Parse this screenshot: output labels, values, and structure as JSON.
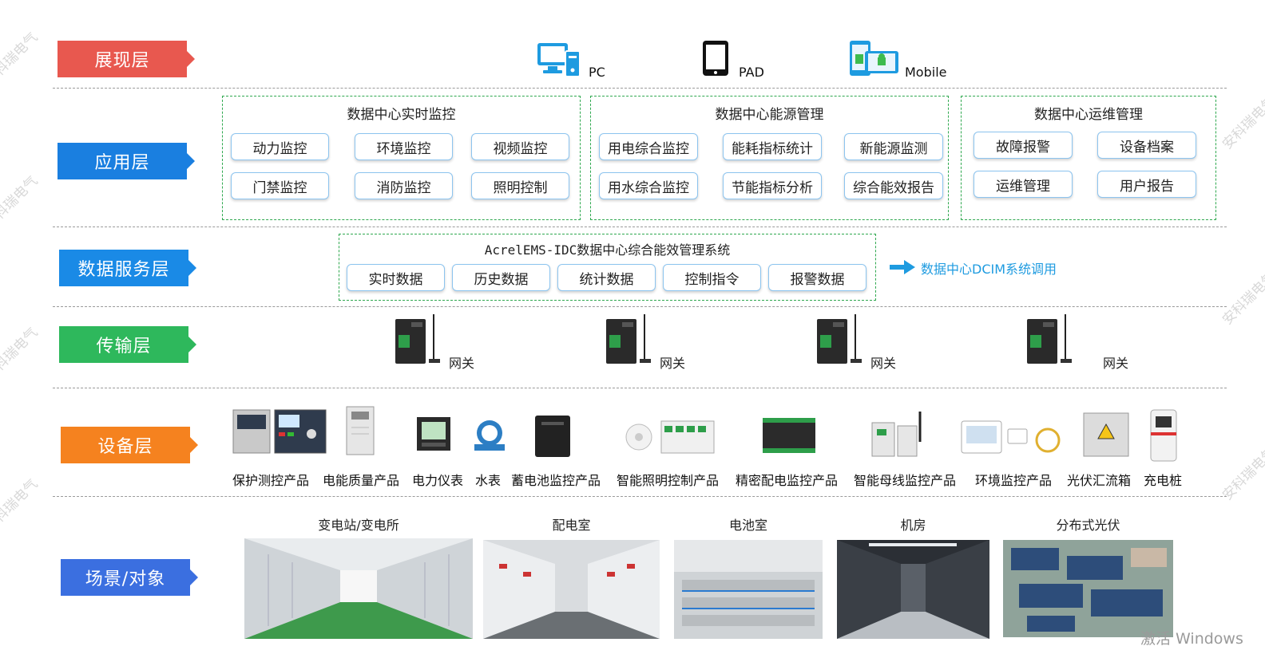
{
  "layers": {
    "presentation": {
      "label": "展现层",
      "color": "#e8584f"
    },
    "application": {
      "label": "应用层",
      "color": "#1a7fe0"
    },
    "data_service": {
      "label": "数据服务层",
      "color": "#1a8ae6"
    },
    "transport": {
      "label": "传输层",
      "color": "#2eb85c"
    },
    "device": {
      "label": "设备层",
      "color": "#f5821f"
    },
    "scene": {
      "label": "场景/对象",
      "color": "#3b6fe0"
    }
  },
  "platforms": [
    {
      "label": "PC",
      "icon": "pc-icon"
    },
    {
      "label": "PAD",
      "icon": "tablet-icon"
    },
    {
      "label": "Mobile",
      "icon": "mobile-icon"
    }
  ],
  "app_groups": [
    {
      "title": "数据中心实时监控",
      "items": [
        "动力监控",
        "环境监控",
        "视频监控",
        "门禁监控",
        "消防监控",
        "照明控制"
      ]
    },
    {
      "title": "数据中心能源管理",
      "items": [
        "用电综合监控",
        "能耗指标统计",
        "新能源监测",
        "用水综合监控",
        "节能指标分析",
        "综合能效报告"
      ]
    },
    {
      "title": "数据中心运维管理",
      "items": [
        "故障报警",
        "设备档案",
        "运维管理",
        "用户报告"
      ]
    }
  ],
  "data_service": {
    "title": "AcrelEMS-IDC数据中心综合能效管理系统",
    "items": [
      "实时数据",
      "历史数据",
      "统计数据",
      "控制指令",
      "报警数据"
    ],
    "callout": "数据中心DCIM系统调用",
    "callout_color": "#1e9be0"
  },
  "gateways": [
    "网关",
    "网关",
    "网关",
    "网关"
  ],
  "devices": [
    "保护测控产品",
    "电能质量产品",
    "电力仪表",
    "水表",
    "蓄电池监控产品",
    "智能照明控制产品",
    "精密配电监控产品",
    "智能母线监控产品",
    "环境监控产品",
    "光伏汇流箱",
    "充电桩"
  ],
  "scenes": [
    "变电站/变电所",
    "配电室",
    "电池室",
    "机房",
    "分布式光伏"
  ],
  "watermark": "激活 Windows",
  "bg_watermark": "安科瑞电气"
}
